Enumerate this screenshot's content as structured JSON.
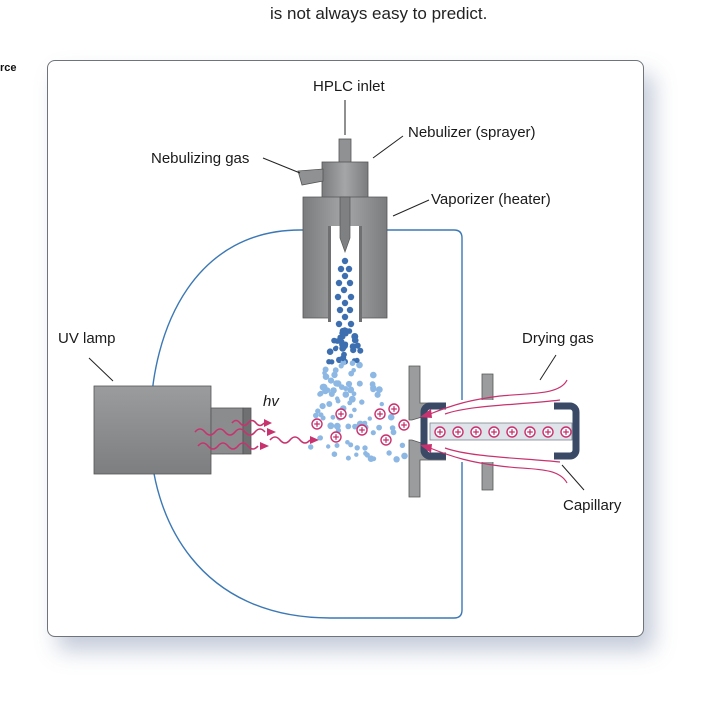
{
  "page": {
    "caption_top": "is not always easy to predict.",
    "left_fragment": "rce"
  },
  "diagram": {
    "labels": {
      "hplc_inlet": "HPLC inlet",
      "nebulizer": "Nebulizer (sprayer)",
      "nebulizing_gas": "Nebulizing gas",
      "vaporizer": "Vaporizer (heater)",
      "uv_lamp": "UV lamp",
      "hv": "hv",
      "drying_gas": "Drying gas",
      "capillary": "Capillary"
    },
    "colors": {
      "device_gray": "#8f9193",
      "device_dark": "#6e7072",
      "chamber_line": "#3b78b5",
      "droplet_dark": "#3d6fb0",
      "droplet_light": "#8db8e4",
      "ion_pink": "#c8326e",
      "wave_pink": "#c8326e",
      "capillary_frame": "#3a4a66",
      "panel_border": "#6f747a"
    }
  }
}
